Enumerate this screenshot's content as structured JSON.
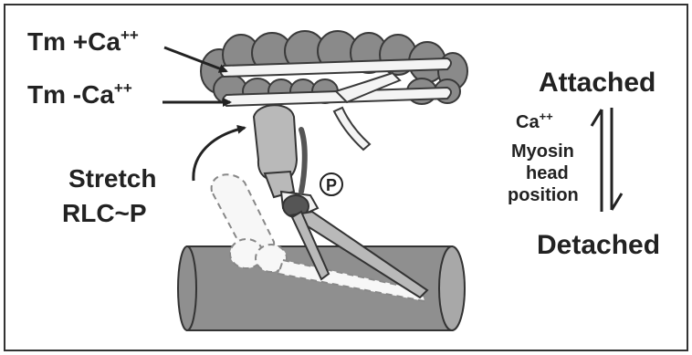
{
  "labels": {
    "tm_plus_ca_main": "Tm +Ca",
    "tm_plus_ca_sup": "++",
    "tm_minus_ca_main": "Tm -Ca",
    "tm_minus_ca_sup": "++",
    "stretch": "Stretch",
    "rlc_p": "RLC~P",
    "attached": "Attached",
    "detached": "Detached",
    "ca_main": "Ca",
    "ca_sup": "++",
    "myosin": "Myosin",
    "head": "head",
    "position": "position",
    "phospho": "P"
  },
  "colors": {
    "background": "#ffffff",
    "frame": "#333333",
    "actin_bead": "#8a8a8a",
    "bead_outline": "#3a3a3a",
    "tropomyosin": "#f4f4f4",
    "myosin_head": "#b9b9b9",
    "light_chain_dark": "#555555",
    "thick_filament": "#8f8f8f",
    "text": "#222222"
  }
}
